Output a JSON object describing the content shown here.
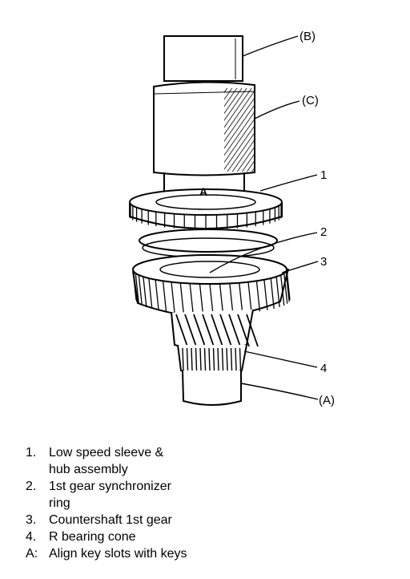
{
  "callouts": {
    "B": "(B)",
    "C": "(C)",
    "n1": "1",
    "n2": "2",
    "n3": "3",
    "n4": "4",
    "A_paren": "(A)",
    "A_on_part": "A"
  },
  "legend": [
    {
      "key": "1.",
      "lines": [
        "Low speed sleeve &",
        "hub assembly"
      ]
    },
    {
      "key": "2.",
      "lines": [
        "1st gear synchronizer",
        "ring"
      ]
    },
    {
      "key": "3.",
      "lines": [
        "Countershaft 1st gear"
      ]
    },
    {
      "key": "4.",
      "lines": [
        "R bearing cone"
      ]
    },
    {
      "key": "A:",
      "lines": [
        "Align key slots with keys"
      ]
    }
  ]
}
